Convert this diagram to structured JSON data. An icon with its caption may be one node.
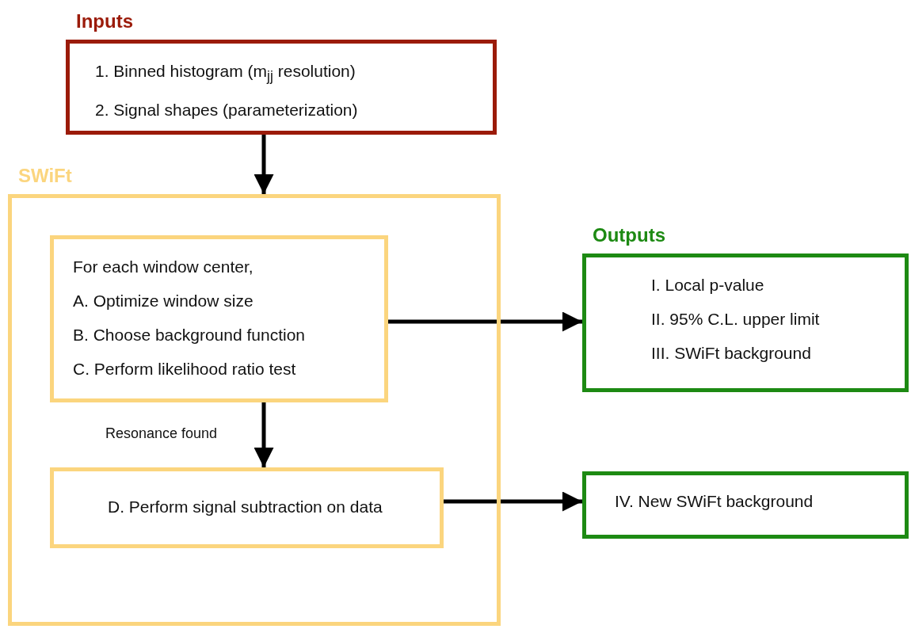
{
  "diagram": {
    "nodes": [
      {
        "text": [
          "Inputs",
          "1. Binned histogram (m$_{jj}$ resolution)",
          "2. Signal shapes (parameterization)"
        ]
      },
      {
        "text": [
          "SWiFt"
        ]
      },
      {
        "text": [
          "For each window center,",
          "A. Optimize window size",
          "B. Choose background function",
          "C. Perform likelihood ratio test"
        ],
        "in": 1
      },
      {
        "text": [
          "D. Perform signal subtraction on data"
        ],
        "in": 1
      },
      {
        "text": [
          "Outputs",
          "I. Local p-value",
          "II. 95% C.L. upper limit",
          "III. SWiFt background"
        ]
      },
      {
        "text": [
          "IV. New SWiFt background"
        ]
      }
    ],
    "edges": [
      {
        "from": 0,
        "to": 1,
        "arrow": "to"
      },
      {
        "from": 2,
        "to": 4,
        "arrow": "to"
      },
      {
        "from": 2,
        "to": 3,
        "arrow": "to",
        "label": "Resonance found"
      },
      {
        "from": 3,
        "to": 5,
        "arrow": "to"
      }
    ]
  }
}
